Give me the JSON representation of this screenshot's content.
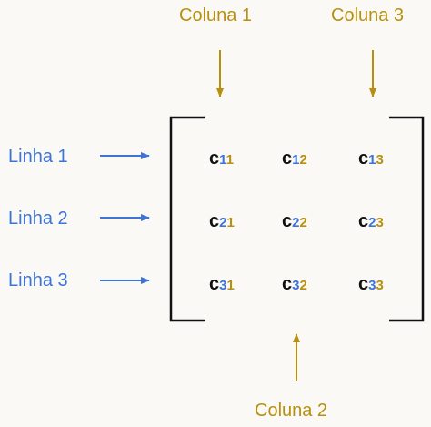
{
  "column_labels": {
    "col1": "Coluna 1",
    "col2": "Coluna 2",
    "col3": "Coluna 3"
  },
  "row_labels": {
    "row1": "Linha 1",
    "row2": "Linha 2",
    "row3": "Linha 3"
  },
  "matrix": {
    "letter": "c",
    "r1c1": {
      "row": "1",
      "col": "1"
    },
    "r1c2": {
      "row": "1",
      "col": "2"
    },
    "r1c3": {
      "row": "1",
      "col": "3"
    },
    "r2c1": {
      "row": "2",
      "col": "1"
    },
    "r2c2": {
      "row": "2",
      "col": "2"
    },
    "r2c3": {
      "row": "2",
      "col": "3"
    },
    "r3c1": {
      "row": "3",
      "col": "1"
    },
    "r3c2": {
      "row": "3",
      "col": "2"
    },
    "r3c3": {
      "row": "3",
      "col": "3"
    }
  },
  "colors": {
    "row_accent": "#3d74d6",
    "column_accent": "#b8900f",
    "bracket": "#111111"
  }
}
